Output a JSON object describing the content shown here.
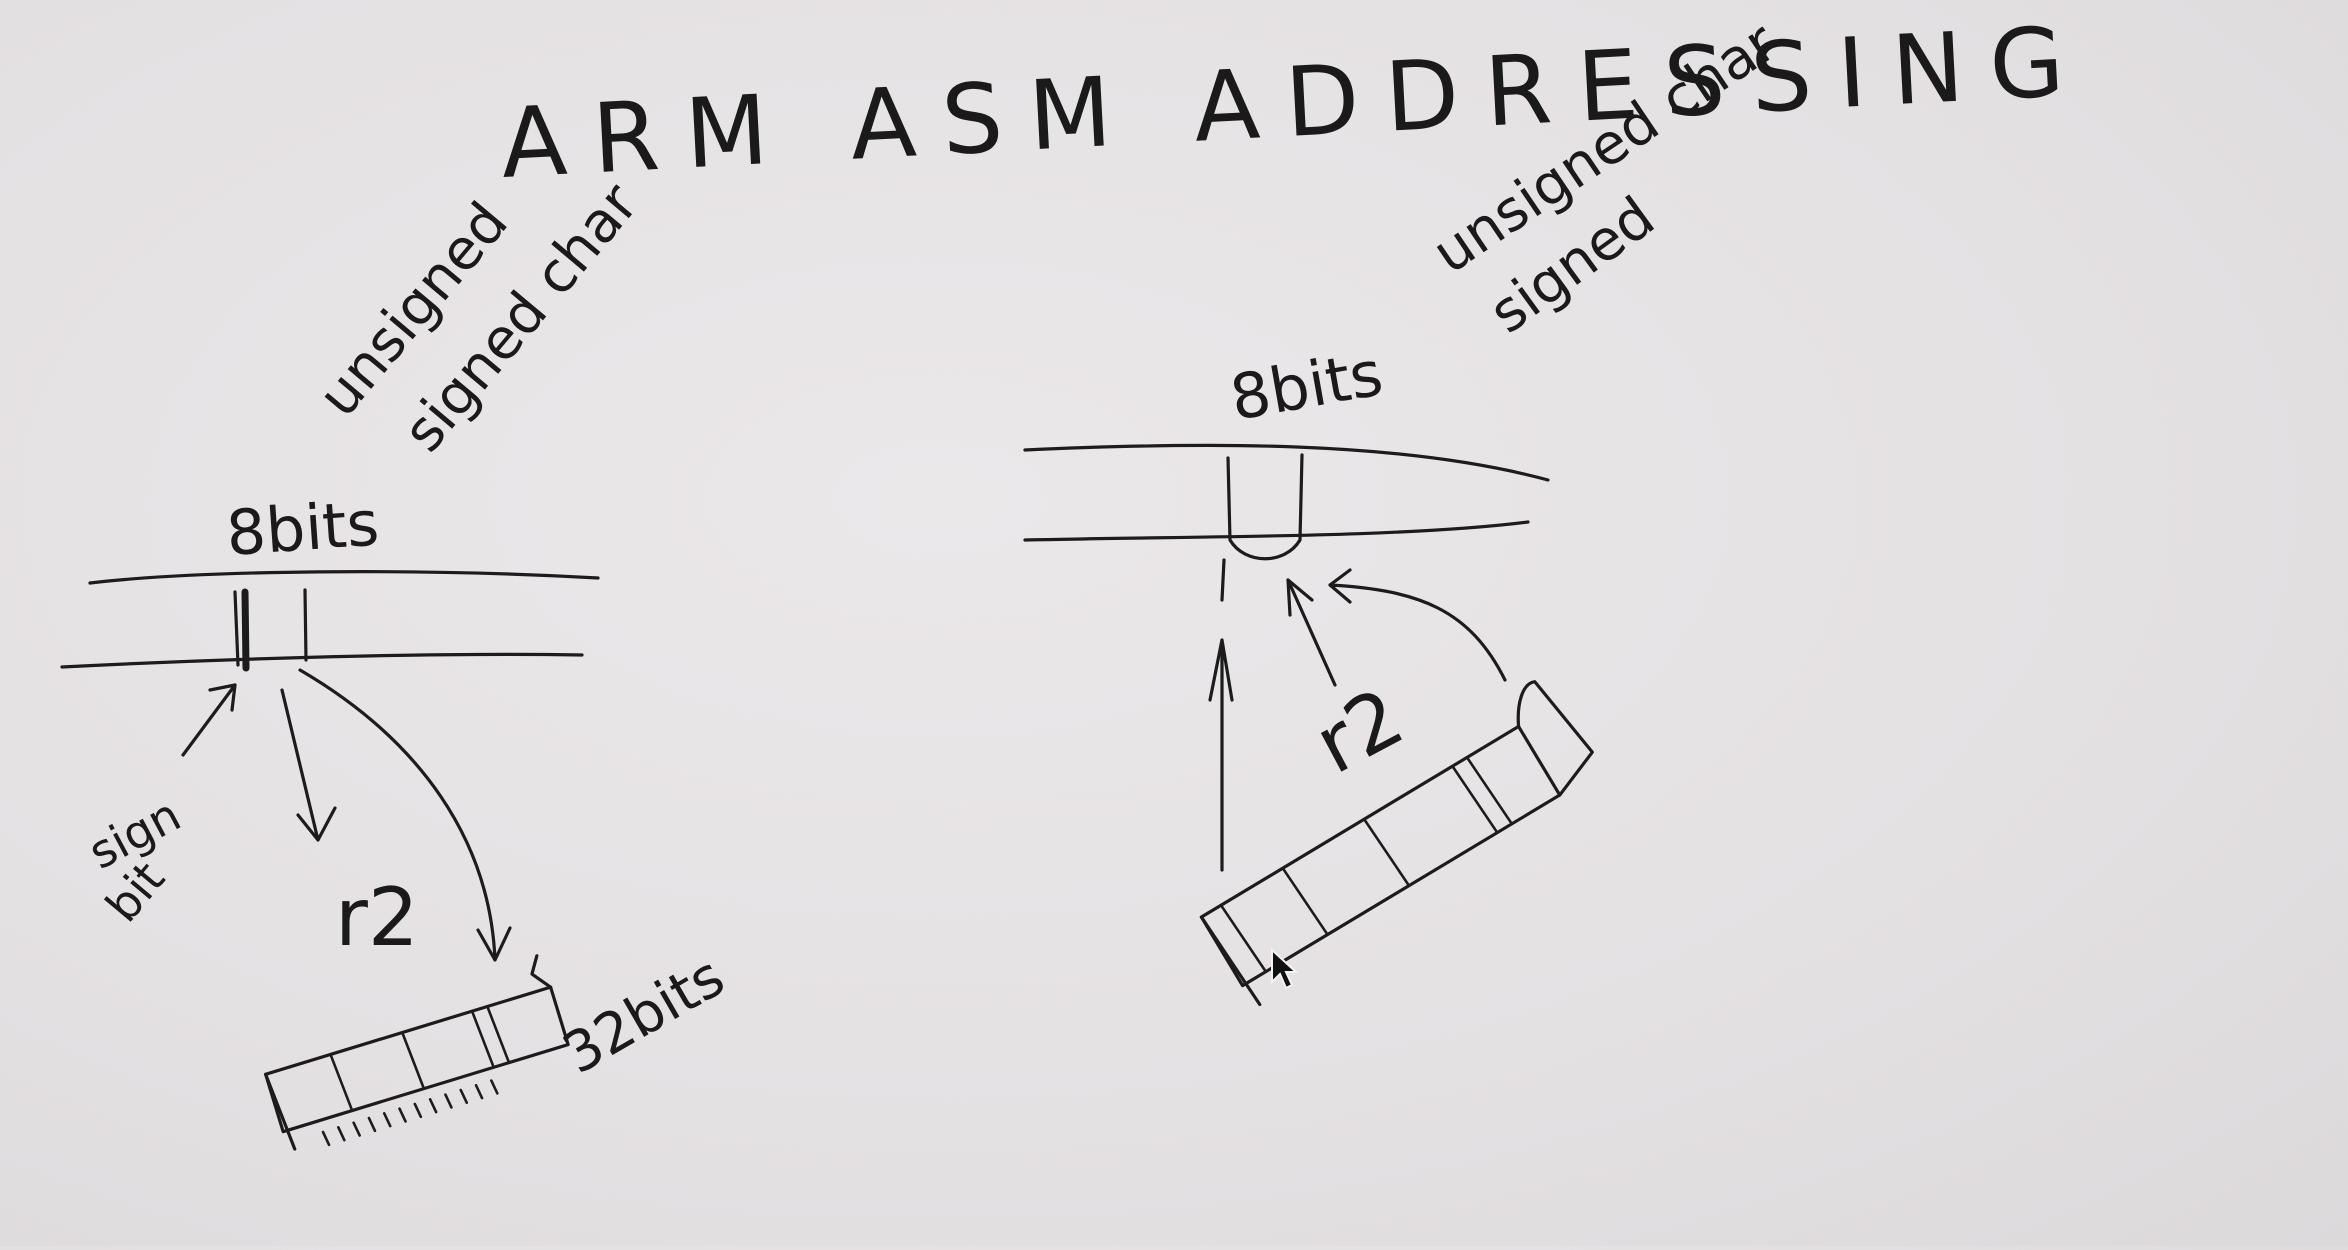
{
  "title": "ARM ASM ADDRESSING",
  "left_diagram": {
    "type_label_1": "unsigned",
    "type_label_2": "signed char",
    "byte_label": "8bits",
    "sign_label_1": "sign",
    "sign_label_2": "bit",
    "register_label": "r2",
    "register_size_label": "32bits"
  },
  "right_diagram": {
    "type_label_1": "unsigned char",
    "type_label_2": "signed",
    "byte_label": "8bits",
    "register_label": "r2"
  },
  "cursor": "mouse-pointer-icon"
}
